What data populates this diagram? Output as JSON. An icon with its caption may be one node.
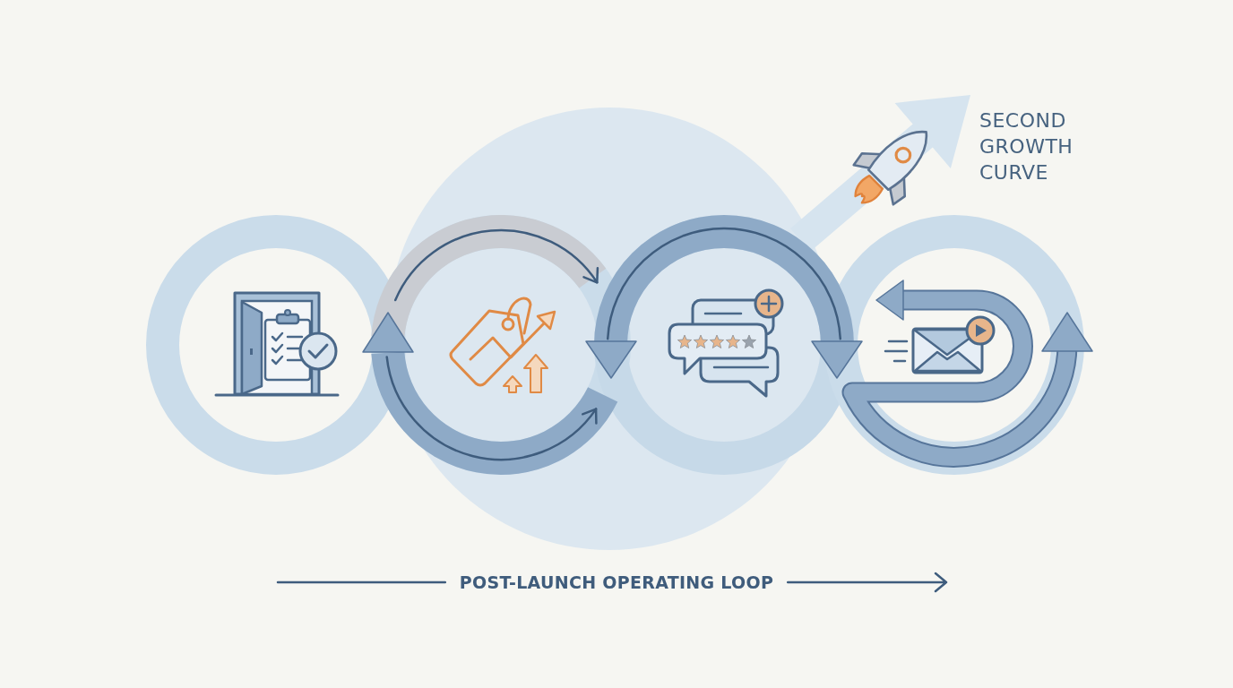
{
  "diagram": {
    "nodes": [
      {
        "text": [],
        "shape": "picture"
      },
      {
        "text": [],
        "shape": "picture"
      },
      {
        "text": [],
        "shape": "picture"
      },
      {
        "text": [],
        "shape": "picture"
      },
      {
        "text": [
          "SECOND GROWTH CURVE"
        ]
      }
    ],
    "edges": [
      {
        "from": null,
        "to": 4,
        "arrow": "to",
        "style": "thick"
      }
    ],
    "labels": [
      "POST-LAUNCH OPERATING LOOP"
    ]
  }
}
